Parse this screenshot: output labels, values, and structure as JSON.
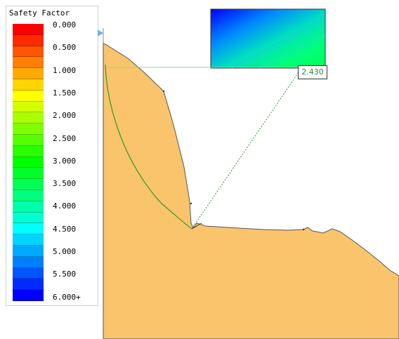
{
  "legend": {
    "title": "Safety Factor",
    "colors": [
      "#ff0000",
      "#ff2a00",
      "#ff5500",
      "#ff7f00",
      "#ffaa00",
      "#ffd400",
      "#ffff00",
      "#d4ff00",
      "#aaff00",
      "#7fff00",
      "#55ff00",
      "#2aff00",
      "#00ff00",
      "#00ff2a",
      "#00ff55",
      "#00ff7f",
      "#00ffaa",
      "#00ffd4",
      "#00ffff",
      "#00d4ff",
      "#00aaff",
      "#007fff",
      "#0055ff",
      "#002aff",
      "#0000ff"
    ],
    "labels": [
      "0.000",
      "0.500",
      "1.000",
      "1.500",
      "2.000",
      "2.500",
      "3.000",
      "3.500",
      "4.000",
      "4.500",
      "5.000",
      "5.500",
      "6.000+"
    ]
  },
  "result": {
    "min_safety_factor": "2.430"
  },
  "colors": {
    "soil": "#f9c46b",
    "slip_surface": "#2e9a2e",
    "outline": "#555555",
    "grid_blue": "#0000ff",
    "grid_green": "#00ff66"
  }
}
